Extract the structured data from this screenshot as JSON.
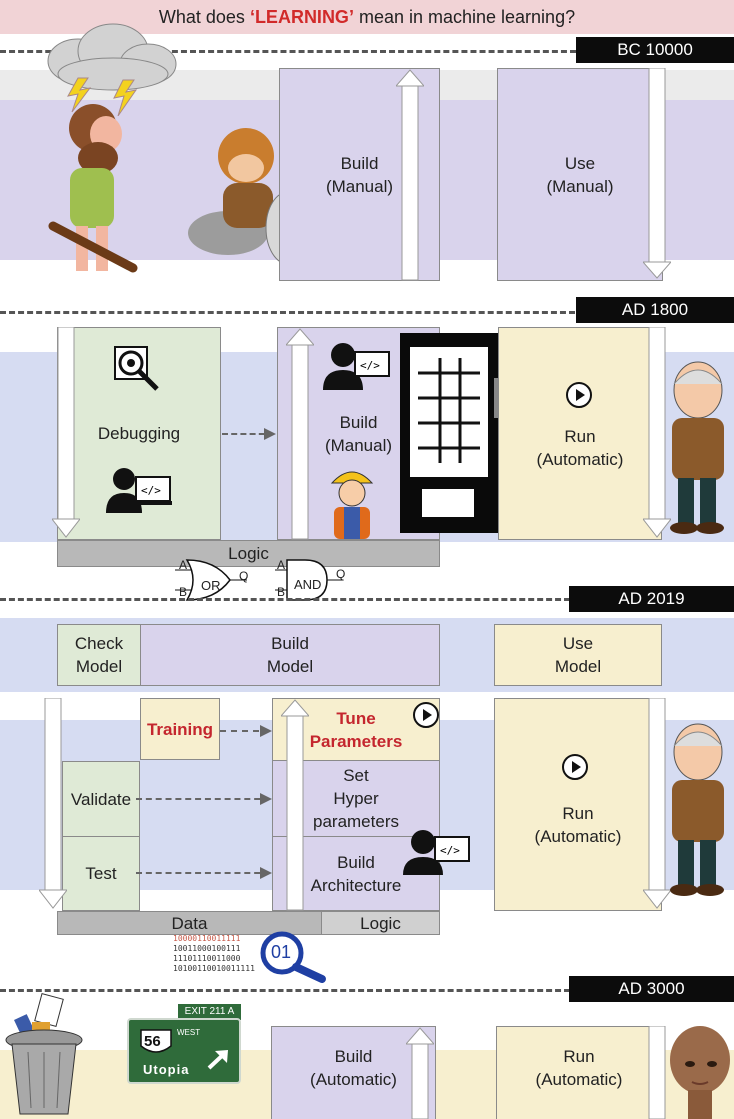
{
  "title": {
    "prefix": "What does ",
    "highlight": "‘LEARNING’",
    "suffix": " mean in machine learning?"
  },
  "eras": [
    "BC 10000",
    "AD 1800",
    "AD 2019",
    "AD 3000"
  ],
  "bc10000": {
    "build": "Build\n(Manual)",
    "use": "Use\n(Manual)"
  },
  "ad1800": {
    "debugging": "Debugging",
    "build": "Build\n(Manual)",
    "run": "Run\n(Automatic)",
    "logic": "Logic",
    "gate_or": "OR",
    "gate_and": "AND",
    "pin_a": "A",
    "pin_b": "B",
    "pin_q": "Q"
  },
  "ad2019": {
    "check_model": "Check\nModel",
    "build_model": "Build\nModel",
    "use_model": "Use\nModel",
    "training": "Training",
    "tune": "Tune\nParameters",
    "validate": "Validate",
    "set_hyper": "Set\nHyper\nparameters",
    "test": "Test",
    "build_arch": "Build\nArchitecture",
    "run": "Run\n(Automatic)",
    "data": "Data",
    "logic": "Logic",
    "binary": [
      "10000110011111",
      "10011000100111",
      "11101110011000",
      "10100110010011111"
    ],
    "magnifier": "01"
  },
  "ad3000": {
    "exit_label": "EXIT 211 A",
    "route": "56",
    "west": "WEST",
    "city": "Utopia",
    "build": "Build\n(Automatic)",
    "run": "Run\n(Automatic)"
  },
  "colors": {
    "purple": "#d9d3ec",
    "green": "#dfead6",
    "yellow": "#f7efcf",
    "gray": "#b8b8b8",
    "red": "#c4262e"
  }
}
